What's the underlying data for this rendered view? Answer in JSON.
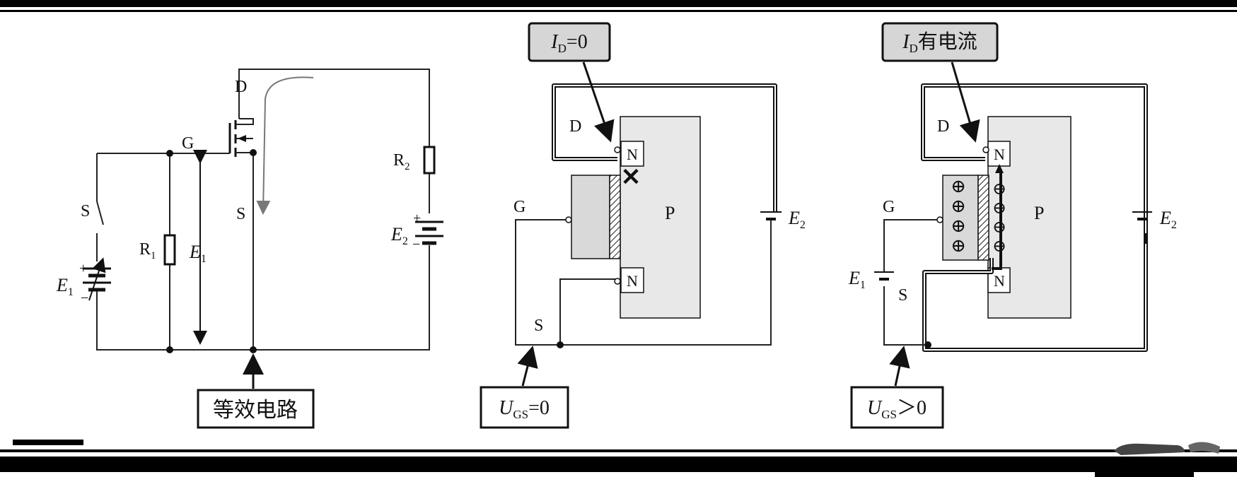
{
  "equivalent": {
    "node_D": "D",
    "node_G": "G",
    "node_S": "S",
    "switch_S": "S",
    "R1": {
      "letter": "R",
      "sub": "1"
    },
    "R2": {
      "letter": "R",
      "sub": "2"
    },
    "E1": {
      "letter": "E",
      "sub": "1",
      "plus": "+",
      "minus": "−"
    },
    "E1_span": {
      "letter": "E",
      "sub": "1"
    },
    "E2": {
      "letter": "E",
      "sub": "2",
      "plus": "+",
      "minus": "−"
    },
    "caption": "等效电路"
  },
  "zero_bias": {
    "id_label": {
      "letter": "I",
      "sub": "D",
      "rest": "=0"
    },
    "D": "D",
    "G": "G",
    "S": "S",
    "P": "P",
    "N_top": "N",
    "N_bottom": "N",
    "E2": {
      "letter": "E",
      "sub": "2"
    },
    "ugs_label": {
      "letter": "U",
      "sub": "GS",
      "rest": "=0"
    },
    "blocked_mark": "✕"
  },
  "positive_bias": {
    "id_label": {
      "letter": "I",
      "sub": "D",
      "rest": "有电流"
    },
    "D": "D",
    "G": "G",
    "S": "S",
    "P": "P",
    "N_top": "N",
    "N_bottom": "N",
    "E1": {
      "letter": "E",
      "sub": "1"
    },
    "E2": {
      "letter": "E",
      "sub": "2"
    },
    "ugs_label": {
      "letter": "U",
      "sub": "GS",
      "rest": "＞0"
    },
    "gate_charges": [
      "⊕",
      "⊕",
      "⊕",
      "⊕"
    ],
    "channel_charges": [
      "⊖",
      "⊖",
      "⊖",
      "⊖",
      "⊖"
    ]
  },
  "colors": {
    "ink": "#111111",
    "box_fill": "#d6d6d6",
    "substrate": "#e8e8e8",
    "gate": "#d9d9d9",
    "current": "#777777"
  }
}
